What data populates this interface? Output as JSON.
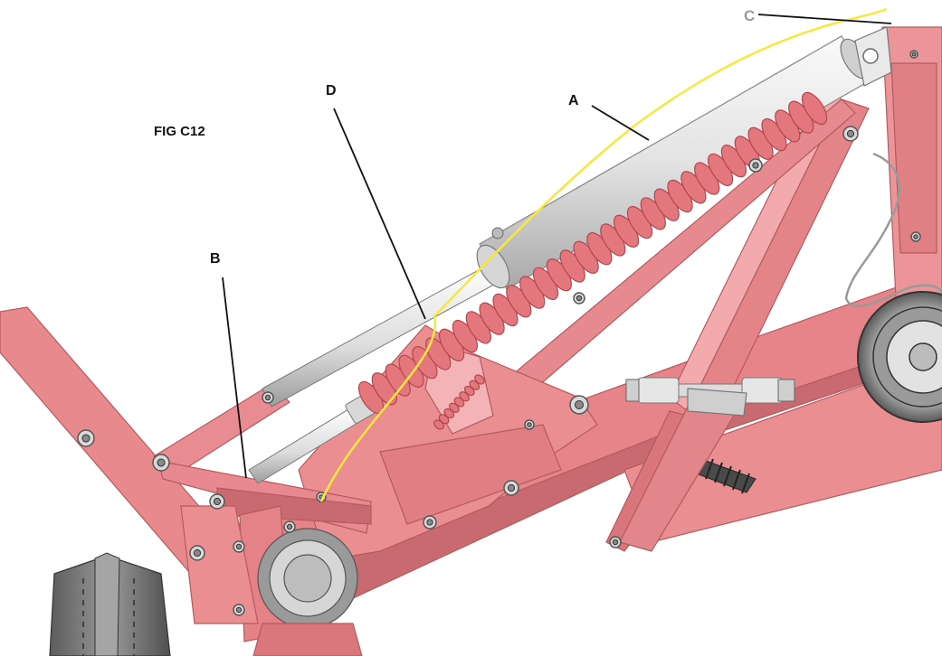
{
  "figure_title": "FIG C12",
  "callouts": {
    "a": "A",
    "b": "B",
    "c": "C",
    "d": "D"
  },
  "colors": {
    "frame": "#e8898d",
    "frame_dark": "#c5646a",
    "frame_light": "#f2aaad",
    "spring": "#e3777d",
    "spring_dark": "#b2474f",
    "cylinder": "#e6e6e6",
    "cylinder_dark": "#a9a9a9",
    "cable": "#f7e83d",
    "hardware": "#8a8a8a",
    "tine": "#6f6f6f",
    "leader": "#111111"
  }
}
